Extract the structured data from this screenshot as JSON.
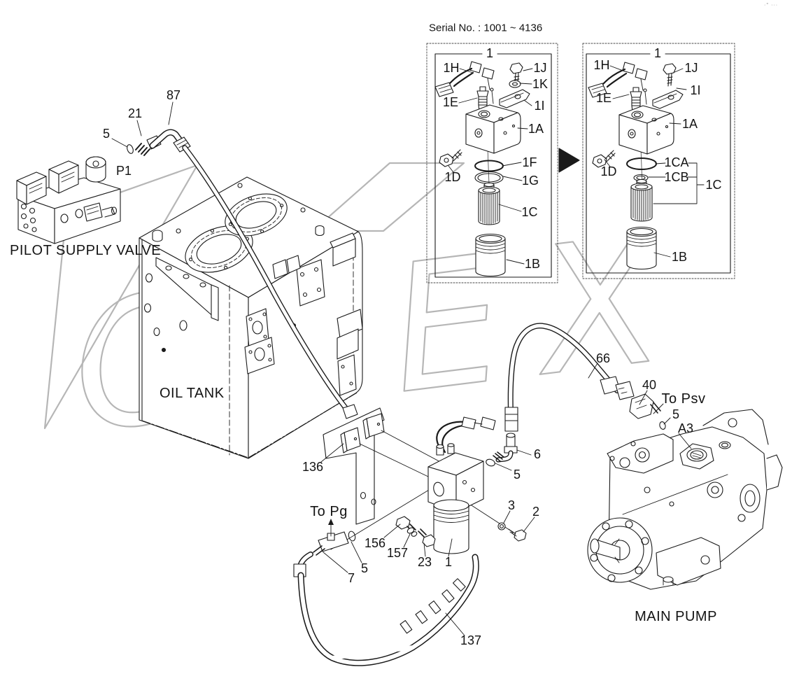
{
  "title_note": "Serial No. : 1001 ~ 4136",
  "watermark": "OPEX",
  "corner_mark": "·° ···",
  "inset_box_1": {
    "assembly": "1",
    "h": "1H",
    "j": "1J",
    "k": "1K",
    "e": "1E",
    "i": "1I",
    "a": "1A",
    "d": "1D",
    "f": "1F",
    "g": "1G",
    "c": "1C",
    "b": "1B"
  },
  "inset_box_2": {
    "assembly": "1",
    "h": "1H",
    "j": "1J",
    "e": "1E",
    "i": "1I",
    "a": "1A",
    "d": "1D",
    "ca": "1CA",
    "cb": "1CB",
    "c": "1C",
    "b": "1B"
  },
  "pilot_area": {
    "hose": "87",
    "fitting": "21",
    "oring": "5",
    "port": "P1",
    "title": "PILOT SUPPLY VALVE"
  },
  "tank_area": {
    "title": "OIL TANK",
    "bracket": "136"
  },
  "filter_area": {
    "to_pg": "To Pg",
    "elbow7": "7",
    "oring5_pg": "5",
    "fitting156": "156",
    "washer157": "157",
    "bolt23": "23",
    "assembly1": "1",
    "washer3": "3",
    "bolt2": "2",
    "elbow6": "6",
    "oring5_head": "5",
    "hose137": "137"
  },
  "pump_area": {
    "hose66": "66",
    "fitting40": "40",
    "to_psv": "To Psv",
    "oring5": "5",
    "port_a3": "A3",
    "title": "MAIN PUMP"
  }
}
